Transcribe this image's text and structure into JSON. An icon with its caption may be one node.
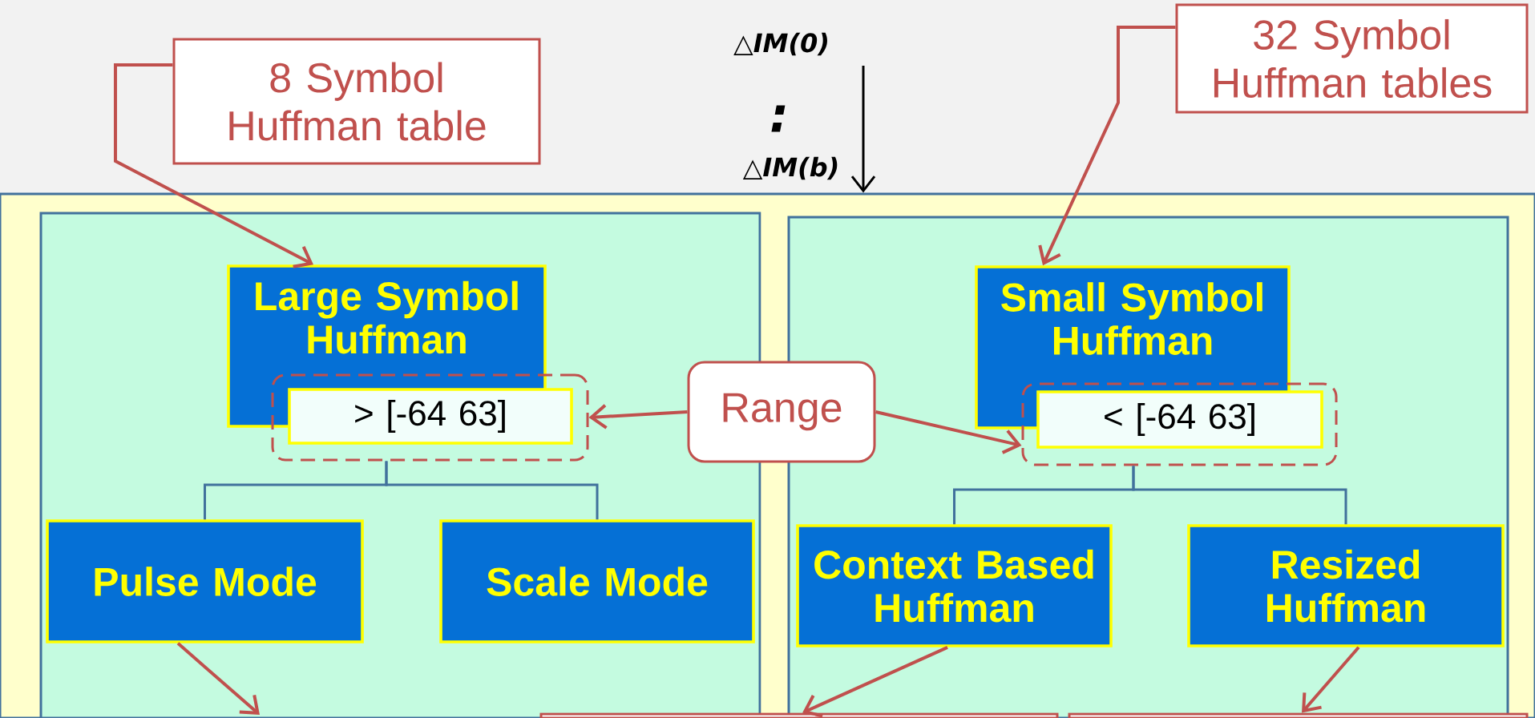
{
  "diagram": {
    "nodes": [
      {
        "text": [
          "8 Symbol Huffman table"
        ]
      },
      {
        "text": [
          "32 Symbol Huffman tables"
        ]
      },
      {
        "text": [],
        "shape": "box"
      },
      {
        "text": [],
        "shape": "box",
        "in": 2
      },
      {
        "text": [
          "Large Symbol Huffman"
        ],
        "in": 3
      },
      {
        "text": [],
        "shape": "box",
        "in": 3
      },
      {
        "text": [
          "> [-64 63]"
        ],
        "in": 5
      },
      {
        "text": [
          "Range"
        ],
        "in": 2
      },
      {
        "text": [],
        "shape": "box",
        "in": 2
      },
      {
        "text": [
          "Small Symbol Huffman"
        ],
        "in": 8
      },
      {
        "text": [],
        "shape": "box",
        "in": 8
      },
      {
        "text": [
          "< [-64 63]"
        ],
        "in": 10
      },
      {
        "text": [
          "Pulse Mode"
        ],
        "in": 3
      },
      {
        "text": [
          "Scale Mode"
        ],
        "in": 3
      },
      {
        "text": [
          "Context Based Huffman"
        ],
        "in": 8
      },
      {
        "text": [
          "Resized Huffman"
        ],
        "in": 8
      },
      {
        "text": [],
        "shape": "box",
        "in": 2
      },
      {
        "text": [],
        "shape": "box",
        "in": 8
      }
    ],
    "edges": [
      {
        "from": 0,
        "to": 4,
        "arrow": "to"
      },
      {
        "from": 1,
        "to": 9,
        "arrow": "to"
      },
      {
        "from": null,
        "to": 2,
        "arrow": "to",
        "color": "#000000"
      },
      {
        "from": 7,
        "to": 5,
        "arrow": "to"
      },
      {
        "from": 7,
        "to": 10,
        "arrow": "to"
      },
      {
        "from": 5,
        "to": 12,
        "arrow": "none",
        "color": "#41719c"
      },
      {
        "from": 5,
        "to": 13,
        "arrow": "none",
        "color": "#41719c"
      },
      {
        "from": 10,
        "to": 14,
        "arrow": "none",
        "color": "#41719c"
      },
      {
        "from": 10,
        "to": 15,
        "arrow": "none",
        "color": "#41719c"
      },
      {
        "from": 12,
        "to": null,
        "arrow": "to"
      },
      {
        "from": 14,
        "to": 16,
        "arrow": "to"
      },
      {
        "from": 15,
        "to": 17,
        "arrow": "to"
      }
    ],
    "labels": [
      "△IM(0)",
      ":",
      "△IM(b)"
    ]
  }
}
